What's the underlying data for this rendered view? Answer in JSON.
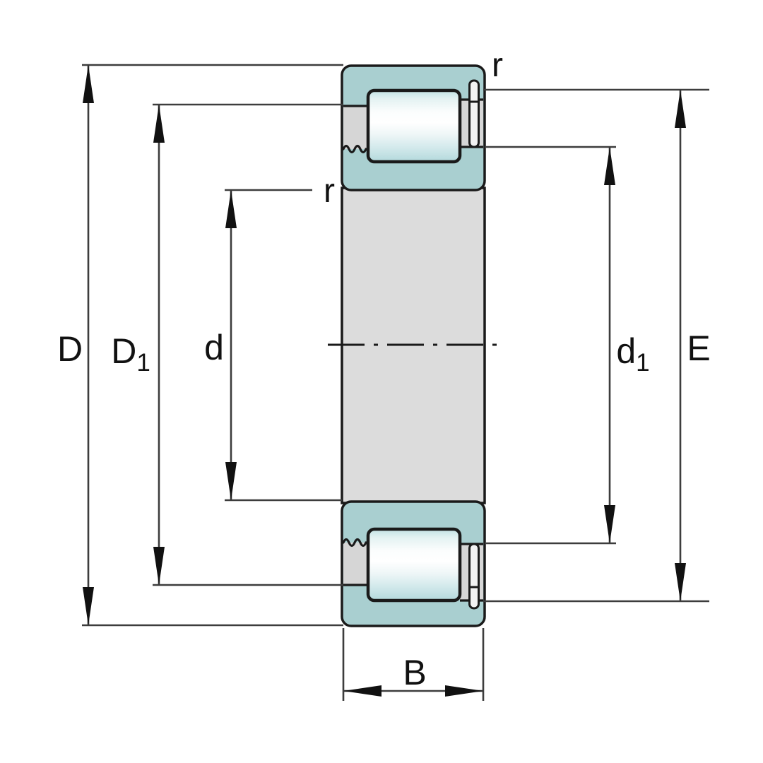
{
  "diagram": {
    "dimension_labels": {
      "outer_diameter": "D",
      "outer_shoulder_main": "D",
      "outer_shoulder_sub": "1",
      "bore_diameter": "d",
      "inner_shoulder_main": "d",
      "inner_shoulder_sub": "1",
      "flange_diameter": "E",
      "width": "B",
      "radius_top": "r",
      "radius_left": "r"
    },
    "colors": {
      "background": "#ffffff",
      "ring_teal": "#a9cfd0",
      "body_gray": "#dcdcdc",
      "pocket_gray": "#d6d6d6",
      "outline": "#1a1a1a",
      "dim_line": "#3d3d3d",
      "arrow": "#111111",
      "roller_top": "#c2e2e4",
      "roller_mid": "#ffffff",
      "roller_bottom": "#b2d8db",
      "snap_ring_fill": "#f2f2f2"
    }
  }
}
